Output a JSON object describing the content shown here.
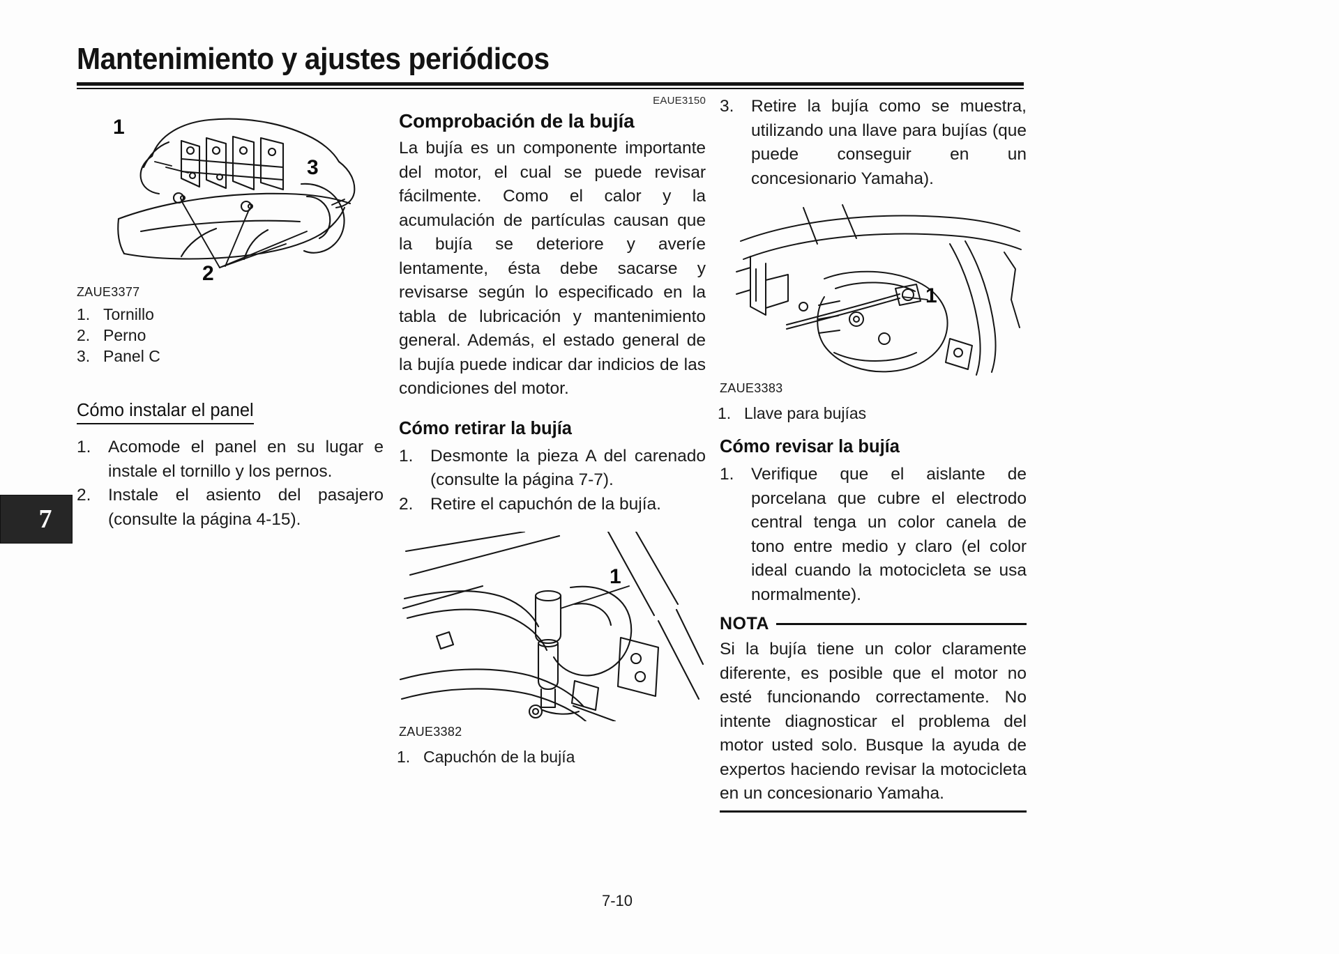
{
  "document": {
    "page_title": "Mantenimiento y ajustes periódicos",
    "chapter_tab": "7",
    "page_number": "7-10"
  },
  "left_column": {
    "figure": {
      "id": "ZAUE3377",
      "callouts": [
        "1",
        "2",
        "3"
      ]
    },
    "legend": [
      {
        "num": "1.",
        "label": "Tornillo"
      },
      {
        "num": "2.",
        "label": "Perno"
      },
      {
        "num": "3.",
        "label": "Panel C"
      }
    ],
    "install_heading": "Cómo instalar el panel",
    "install_steps": [
      {
        "num": "1.",
        "text": "Acomode el panel en su lugar e instale el tornillo y los pernos."
      },
      {
        "num": "2.",
        "text": "Instale el asiento del pasajero (consulte la página 4-15)."
      }
    ]
  },
  "middle_column": {
    "code": "EAUE3150",
    "heading": "Comprobación de la bujía",
    "paragraph": "La bujía es un componente importante del motor, el cual se puede revisar fácilmente. Como el calor y la acumulación de partículas causan que la bujía se deteriore y averíe lentamente, ésta debe sacarse y revisarse según lo especificado en la tabla de lubricación y mantenimiento general. Además, el estado general de la bujía puede indicar dar indicios de las condiciones del motor.",
    "remove_heading": "Cómo retirar la bujía",
    "remove_steps": [
      {
        "num": "1.",
        "text": "Desmonte la pieza A del carenado (consulte la página 7-7)."
      },
      {
        "num": "2.",
        "text": "Retire el capuchón de la bujía."
      }
    ],
    "figure": {
      "id": "ZAUE3382",
      "callouts": [
        "1"
      ]
    },
    "legend": [
      {
        "num": "1.",
        "label": "Capuchón de la bujía"
      }
    ]
  },
  "right_column": {
    "step3": {
      "num": "3.",
      "text": "Retire la bujía como se muestra, utilizando una llave para bujías (que puede conseguir en un concesionario Yamaha)."
    },
    "figure": {
      "id": "ZAUE3383",
      "callouts": [
        "1"
      ]
    },
    "legend": [
      {
        "num": "1.",
        "label": "Llave para bujías"
      }
    ],
    "check_heading": "Cómo revisar la bujía",
    "check_steps": [
      {
        "num": "1.",
        "text": "Verifique que el aislante de porcelana que cubre el electrodo central tenga un color canela de tono entre medio y claro (el color ideal cuando la motocicleta se usa normalmente)."
      }
    ],
    "nota_heading": "NOTA",
    "nota_text": "Si la bujía tiene un color claramente diferente, es posible que el motor no esté funcionando correctamente. No intente diagnosticar el problema del motor usted solo. Busque la ayuda de expertos haciendo revisar la motocicleta en un concesionario Yamaha."
  }
}
